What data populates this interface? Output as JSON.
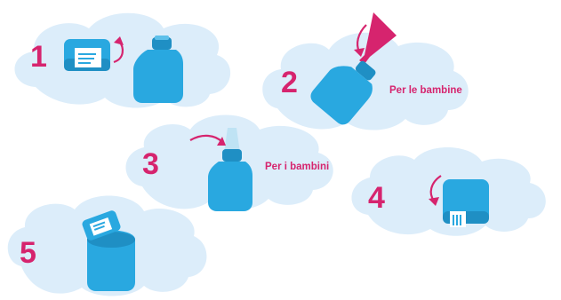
{
  "colors": {
    "cloud": "#dcedfa",
    "cloud_stroke": "#cde4f5",
    "bottle": "#29a8e0",
    "bottle_dark": "#1f8fc4",
    "accent": "#d6246e",
    "label": "#ffffff"
  },
  "steps": [
    {
      "number": "1",
      "caption": ""
    },
    {
      "number": "2",
      "caption": "Per le bambine"
    },
    {
      "number": "3",
      "caption": "Per i bambini"
    },
    {
      "number": "4",
      "caption": ""
    },
    {
      "number": "5",
      "caption": ""
    }
  ],
  "icons": [
    "specimen-container-icon",
    "bottle-icon",
    "funnel-icon",
    "arrow-icon",
    "label-icon"
  ]
}
